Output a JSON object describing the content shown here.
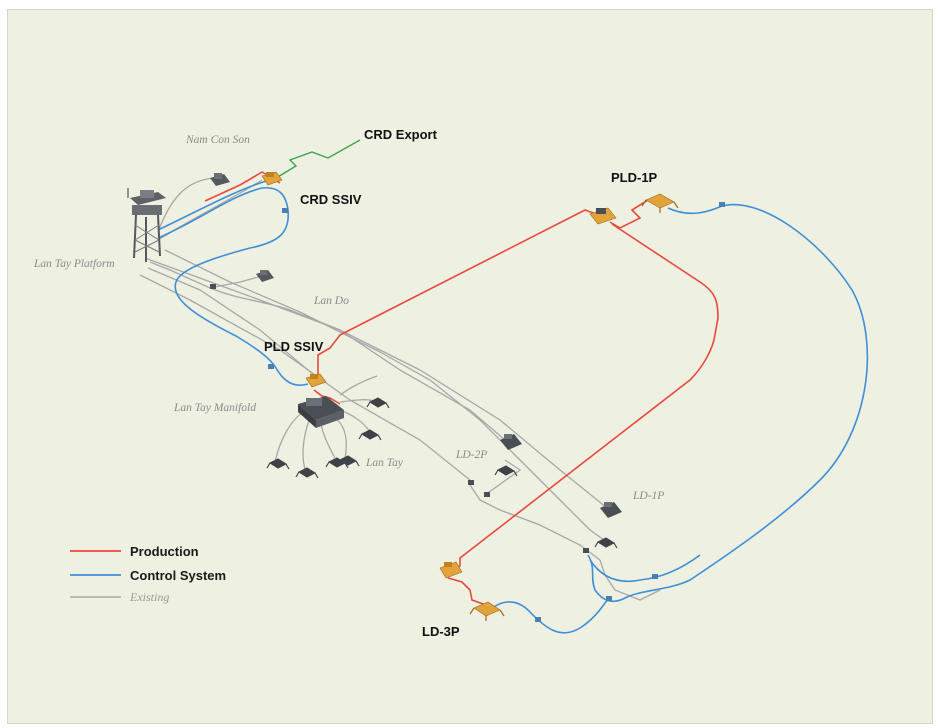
{
  "diagram": {
    "labels": {
      "crd_export": "CRD Export",
      "crd_ssiv": "CRD SSIV",
      "pld_1p": "PLD-1P",
      "pld_ssiv": "PLD SSIV",
      "ld_3p": "LD-3P",
      "nam_con_son": "Nam Con Son",
      "lan_tay_platform": "Lan Tay Platform",
      "lan_do": "Lan Do",
      "lan_tay_manifold": "Lan Tay Manifold",
      "lan_tay": "Lan Tay",
      "ld_2p": "LD-2P",
      "ld_1p": "LD-1P"
    },
    "legend": {
      "production": "Production",
      "control_system": "Control System",
      "existing": "Existing"
    },
    "colors": {
      "production": "#e8493a",
      "control_system": "#3f8fd6",
      "existing": "#a8a8a8",
      "export": "#3aa64a",
      "background": "#eef0e2",
      "subsea_new": "#e2a43a",
      "subsea_existing": "#4a4f55"
    }
  }
}
